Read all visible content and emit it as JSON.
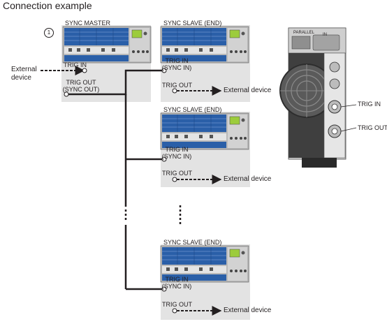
{
  "title": "Connection example",
  "circle_number": "1",
  "master": {
    "heading": "SYNC MASTER",
    "trig_in": "TRIG IN",
    "trig_out_line1": "TRIG OUT",
    "trig_out_line2": "(SYNC OUT)"
  },
  "slave": {
    "heading": "SYNC SLAVE (END)",
    "trig_in_line1": "TRIG IN",
    "trig_in_line2": "(SYNC IN)",
    "trig_out": "TRIG OUT"
  },
  "external_device_right": "External device",
  "external_device_left_line1": "External",
  "external_device_left_line2": "device",
  "rear_panel": {
    "parallel": "PARALLEL",
    "in": "IN",
    "trig_in": "TRIG IN",
    "trig_out": "TRIG OUT"
  },
  "colors": {
    "panel_blue": "#2a5fa8",
    "box_gray": "#e3e3e3",
    "line": "#231f20"
  }
}
